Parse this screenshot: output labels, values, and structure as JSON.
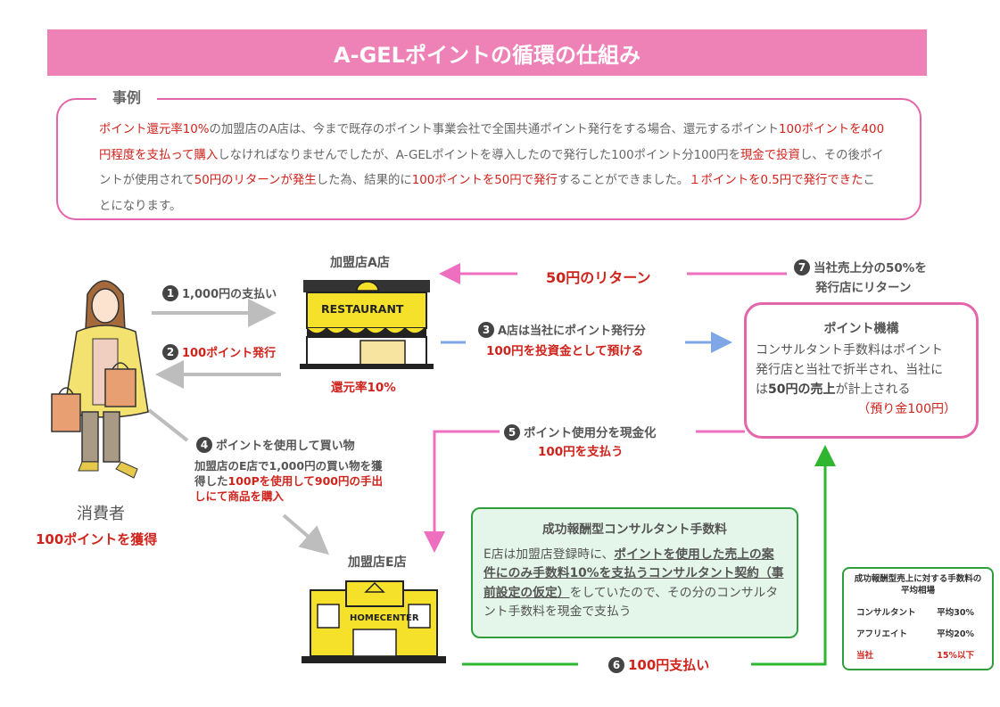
{
  "title": "A-GELポイントの循環の仕組み",
  "case": {
    "label": "事例",
    "segments": [
      {
        "text": "ポイント還元率10%",
        "red": true
      },
      {
        "text": "の加盟店のA店は、今まで既存のポイント事業会社で全国共通ポイント発行をする場合、還元するポイント",
        "red": false
      },
      {
        "text": "100ポイントを400円程度を支払って購入",
        "red": true
      },
      {
        "text": "しなければなりませんでしたが、A-GELポイントを導入したので発行した100ポイント分100円を",
        "red": false
      },
      {
        "text": "現金で投資",
        "red": true
      },
      {
        "text": "し、その後ポイントが使用されて",
        "red": false
      },
      {
        "text": "50円のリターンが発生",
        "red": true
      },
      {
        "text": "した為、結果的に",
        "red": false
      },
      {
        "text": "100ポイントを50円で発行",
        "red": true
      },
      {
        "text": "することができました。",
        "red": false
      },
      {
        "text": "１ポイントを0.5円で発行できた",
        "red": true
      },
      {
        "text": "ことになります。",
        "red": false
      }
    ]
  },
  "consumer": {
    "label": "消費者",
    "gain": "100ポイントを獲得"
  },
  "store_a": {
    "label": "加盟店A店",
    "sign": "RESTAURANT",
    "rate": "還元率10%"
  },
  "store_e": {
    "label": "加盟店E店",
    "sign": "HOMECENTER"
  },
  "steps": {
    "s1": {
      "num": "1",
      "text": "1,000円の支払い"
    },
    "s2": {
      "num": "2",
      "text": "100ポイント発行"
    },
    "s3": {
      "num": "3",
      "line1": "A店は当社にポイント発行分",
      "line2": "100円を投資金として預ける"
    },
    "s4": {
      "num": "4",
      "title": "ポイントを使用して買い物",
      "line1": "加盟店のE店で1,000円の買い物を獲",
      "line2a": "得した",
      "line2b": "100Pを使用して900円の手出",
      "line3": "しにて商品を購入"
    },
    "s5": {
      "num": "5",
      "line1": "ポイント使用分を現金化",
      "line2": "100円を支払う"
    },
    "s6": {
      "num": "6",
      "text": "100円支払い"
    },
    "s7": {
      "num": "7",
      "line1": "当社売上分の50%を",
      "line2": "発行店にリターン"
    },
    "return_label": "50円のリターン"
  },
  "point_org": {
    "title": "ポイント機構",
    "line1": "コンサルタント手数料はポイント",
    "line2": "発行店と当社で折半され、当社に",
    "line3a": "は",
    "line3b": "50円の売上",
    "line3c": "が計上される",
    "deposit": "（預り金100円）"
  },
  "fee_box": {
    "title": "成功報酬型コンサルタント手数料",
    "p1": "E店は加盟店登録時に、",
    "p2": "ポイントを使用した売上の案件にのみ手数料10%を支払うコンサルタント契約（事前設定の仮定）",
    "p3": "をしていたので、その分のコンサルタント手数料を現金で支払う"
  },
  "rate_box": {
    "title": "成功報酬型売上に対する手数料の平均相場",
    "rows": [
      {
        "name": "コンサルタント",
        "value": "平均30%",
        "highlight": false
      },
      {
        "name": "アフリエイト",
        "value": "平均20%",
        "highlight": false
      },
      {
        "name": "当社",
        "value": "15%以下",
        "highlight": true
      }
    ]
  },
  "colors": {
    "pink": "#ee82b6",
    "magenta": "#e466aa",
    "red": "#d0231c",
    "green": "#2e9e3a",
    "blue": "#7fa6e6",
    "gray": "#bdbdbd",
    "yellow": "#f5e12a"
  }
}
